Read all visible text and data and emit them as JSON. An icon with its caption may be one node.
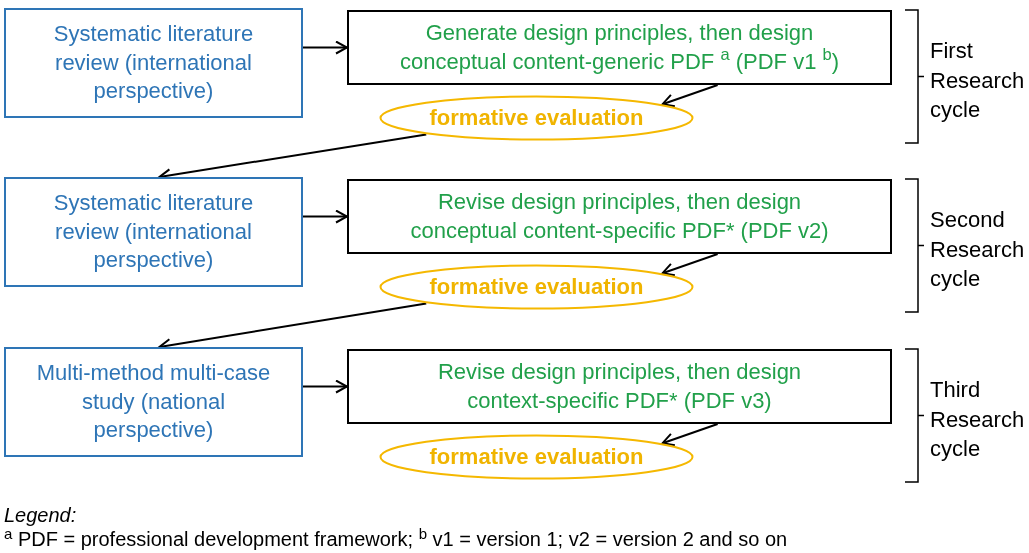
{
  "diagram": {
    "nodes": [
      {
        "text": [
          "Systematic literature review (international perspective)"
        ]
      },
      {
        "text": [
          "Generate design principles, then design conceptual content-generic PDF $^{a}$ (PDF v1 $^{b}$)"
        ]
      },
      {
        "text": [
          "formative evaluation"
        ]
      },
      {
        "text": [
          "Systematic literature review (international perspective)"
        ]
      },
      {
        "text": [
          "Revise design principles, then design conceptual content-specific PDF* (PDF v2)"
        ]
      },
      {
        "text": [
          "formative evaluation"
        ]
      },
      {
        "text": [
          "Multi-method multi-case study (national perspective)"
        ]
      },
      {
        "text": [
          "Revise design principles, then design context-specific PDF* (PDF v3)"
        ]
      },
      {
        "text": [
          "formative evaluation"
        ]
      }
    ],
    "edges": [
      {
        "from": 0,
        "to": 1,
        "arrow": "to"
      },
      {
        "from": 1,
        "to": 2,
        "arrow": "to"
      },
      {
        "from": 2,
        "to": 3,
        "arrow": "to"
      },
      {
        "from": 3,
        "to": 4,
        "arrow": "to"
      },
      {
        "from": 4,
        "to": 5,
        "arrow": "to"
      },
      {
        "from": 5,
        "to": 6,
        "arrow": "to"
      },
      {
        "from": 6,
        "to": 7,
        "arrow": "to"
      },
      {
        "from": 7,
        "to": 8,
        "arrow": "to"
      }
    ],
    "labels": [
      "First Research cycle",
      "Second Research cycle",
      "Third Research cycle",
      "Legend:",
      "$^{a}$ PDF = professional development framework; $^{b}$ v1 = version 1; v2 = version 2 and so on"
    ]
  }
}
